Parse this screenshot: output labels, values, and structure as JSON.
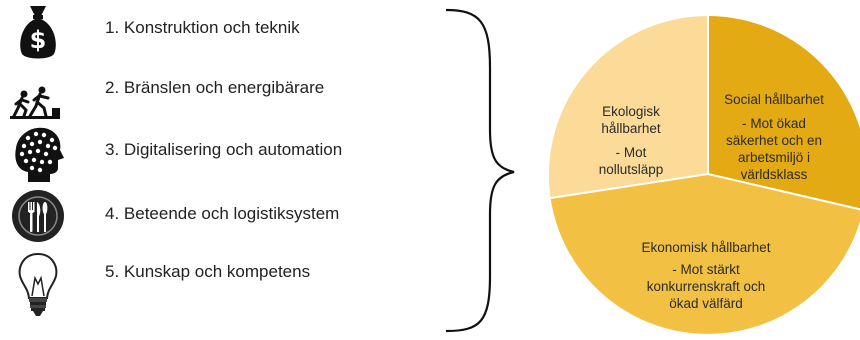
{
  "items": [
    {
      "label": "1. Konstruktion och teknik",
      "icon": "money-bag-icon"
    },
    {
      "label": "2. Bränslen och energibärare",
      "icon": "running-people-icon"
    },
    {
      "label": "3. Digitalisering och automation",
      "icon": "digital-head-icon"
    },
    {
      "label": "4. Beteende och logistiksystem",
      "icon": "plate-cutlery-icon"
    },
    {
      "label": "5. Kunskap och kompetens",
      "icon": "light-bulb-icon"
    }
  ],
  "pie": {
    "ecological": {
      "title": [
        "Ekologisk",
        "hållbarhet"
      ],
      "sub": [
        "- Mot",
        "nollutsläpp"
      ],
      "color": "#FBDB97"
    },
    "social": {
      "title": [
        "Social hållbarhet"
      ],
      "sub": [
        "- Mot ökad",
        "säkerhet och en",
        "arbetsmiljö i",
        "världsklass"
      ],
      "color": "#E3AA14"
    },
    "economic": {
      "title": [
        "Ekonomisk hållbarhet"
      ],
      "sub": [
        "- Mot stärkt",
        "konkurrenskraft och",
        "ökad välfärd"
      ],
      "color": "#F2C043"
    }
  }
}
